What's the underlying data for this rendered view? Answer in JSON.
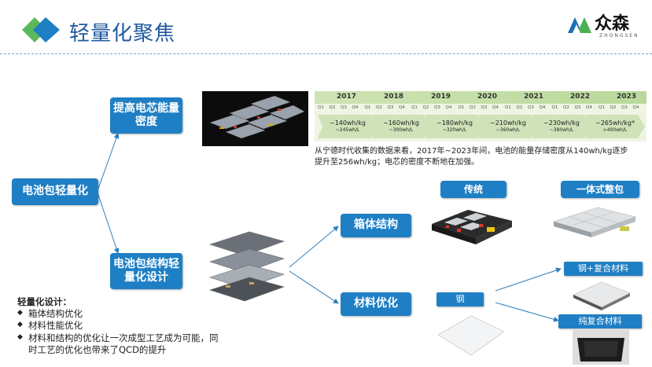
{
  "header": {
    "title": "轻量化聚焦"
  },
  "logo": {
    "text": "众森",
    "sub": "ZHONGSEN"
  },
  "nodes": {
    "main": "电池包轻量化",
    "top": "提高电芯能量密度",
    "struct": "电池包结构轻量化设计",
    "box": "箱体结构",
    "material": "材料优化",
    "traditional": "传统",
    "integrated": "一体式整包",
    "steel": "钢",
    "steel_composite": "钢+复合材料",
    "pure_composite": "纯复合材料"
  },
  "timeline": {
    "years": [
      "2017",
      "2018",
      "2019",
      "2020",
      "2021",
      "2022",
      "2023"
    ],
    "quarters": [
      "Q1",
      "Q2",
      "Q3",
      "Q4"
    ],
    "values": [
      {
        "main": "~140wh/kg",
        "sub": "~245wh/L"
      },
      {
        "main": "~160wh/kg",
        "sub": "~300wh/L"
      },
      {
        "main": "~180wh/kg",
        "sub": "~320wh/L"
      },
      {
        "main": "~210wh/kg",
        "sub": "~360wh/L"
      },
      {
        "main": "~230wh/kg",
        "sub": "~380wh/L"
      },
      {
        "main": "~265wh/kg*",
        "sub": ">400wh/L"
      }
    ]
  },
  "caption": "从宁德时代收集的数据来看，2017年~2023年间，电池的能量存储密度从140wh/kg逐步提升至256wh/kg；电芯的密度不断地在加强。",
  "notes": {
    "heading": "轻量化设计：",
    "items": [
      "箱体结构优化",
      "材料性能优化",
      "材料和结构的优化让一次成型工艺成为可能，同时工艺的优化也带来了QCD的提升"
    ]
  },
  "colors": {
    "accent": "#1f7fc4",
    "title": "#1f5aa0",
    "logo_green": "#4caf50"
  }
}
